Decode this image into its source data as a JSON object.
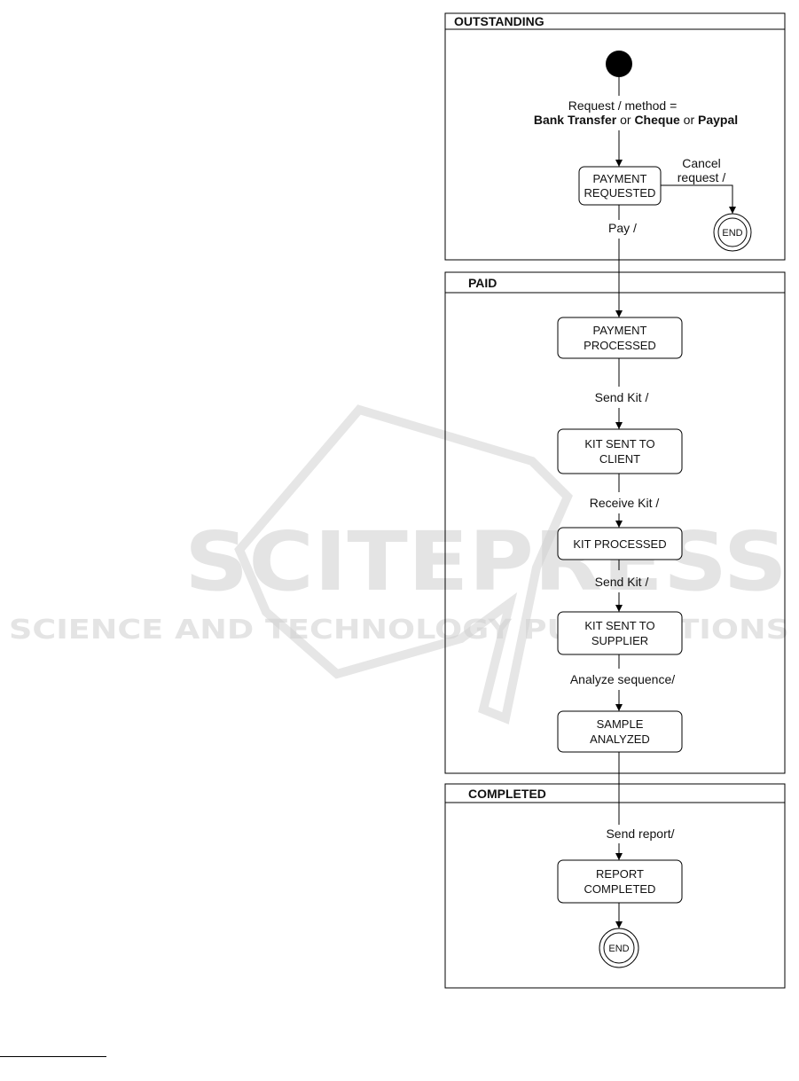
{
  "sections": {
    "outstanding": "OUTSTANDING",
    "paid": "PAID",
    "completed": "COMPLETED"
  },
  "labels": {
    "request_line1": "Request / method =",
    "request_line2_a": "Bank Transfer",
    "request_line2_or1": " or ",
    "request_line2_b": "Cheque",
    "request_line2_or2": " or ",
    "request_line2_c": "Paypal",
    "cancel_line1": "Cancel",
    "cancel_line2": "request /",
    "pay": "Pay /",
    "send_kit_1": "Send Kit /",
    "receive_kit": "Receive Kit /",
    "send_kit_2": "Send Kit /",
    "analyze_sequence": "Analyze sequence/",
    "send_report": "Send report/"
  },
  "states": {
    "payment_requested": [
      "PAYMENT",
      "REQUESTED"
    ],
    "payment_processed": [
      "PAYMENT",
      "PROCESSED"
    ],
    "kit_sent_client": [
      "KIT SENT TO",
      "CLIENT"
    ],
    "kit_processed": [
      "KIT PROCESSED"
    ],
    "kit_sent_supplier": [
      "KIT SENT TO",
      "SUPPLIER"
    ],
    "sample_analyzed": [
      "SAMPLE",
      "ANALYZED"
    ],
    "report_completed": [
      "REPORT",
      "COMPLETED"
    ]
  },
  "end_label": "END",
  "watermark": {
    "main": "SCITEPRESS",
    "sub": "SCIENCE AND TECHNOLOGY PUBLICATIONS"
  }
}
